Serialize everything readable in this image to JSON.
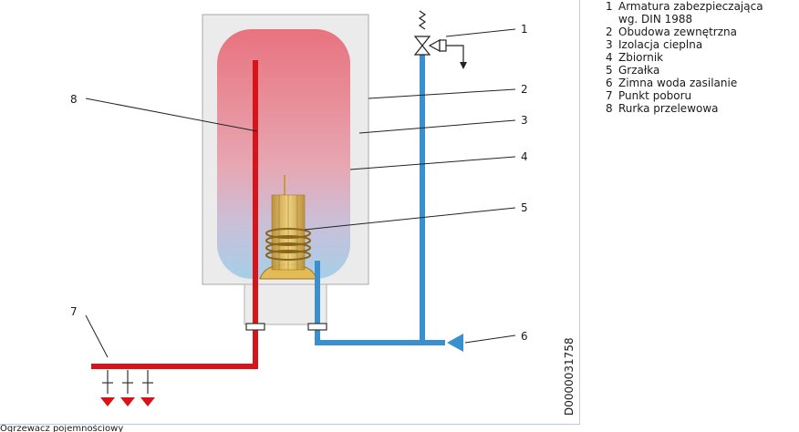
{
  "legend": [
    {
      "num": "1",
      "text": "Armatura zabezpieczająca\nwg. DIN 1988"
    },
    {
      "num": "2",
      "text": "Obudowa zewnętrzna"
    },
    {
      "num": "3",
      "text": "Izolacja cieplna"
    },
    {
      "num": "4",
      "text": "Zbiornik"
    },
    {
      "num": "5",
      "text": "Grzałka"
    },
    {
      "num": "6",
      "text": "Zimna woda zasilanie"
    },
    {
      "num": "7",
      "text": "Punkt poboru"
    },
    {
      "num": "8",
      "text": "Rurka przelewowa"
    }
  ],
  "callouts": {
    "c1": "1",
    "c2": "2",
    "c3": "3",
    "c4": "4",
    "c5": "5",
    "c6": "6",
    "c7": "7",
    "c8": "8"
  },
  "figure_id": "D0000031758",
  "bottom_caption": "Ogrzewacz pojemnościowy",
  "colors": {
    "hot_pipe": "#d8141b",
    "cold_pipe": "#3a8fcf",
    "housing": "#ebebeb",
    "tank_top": "#e9747f",
    "tank_bottom": "#a9cde6",
    "heater": "#e3bc55"
  }
}
